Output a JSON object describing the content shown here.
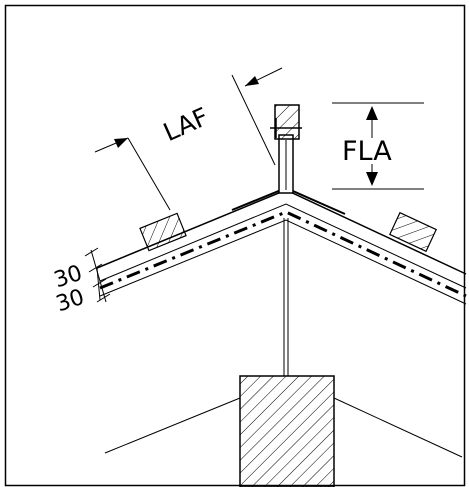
{
  "labels": {
    "laf": "LAF",
    "fla": "FLA",
    "dim_upper": "30",
    "dim_lower": "30"
  },
  "colors": {
    "line": "#000000",
    "background": "#ffffff"
  }
}
